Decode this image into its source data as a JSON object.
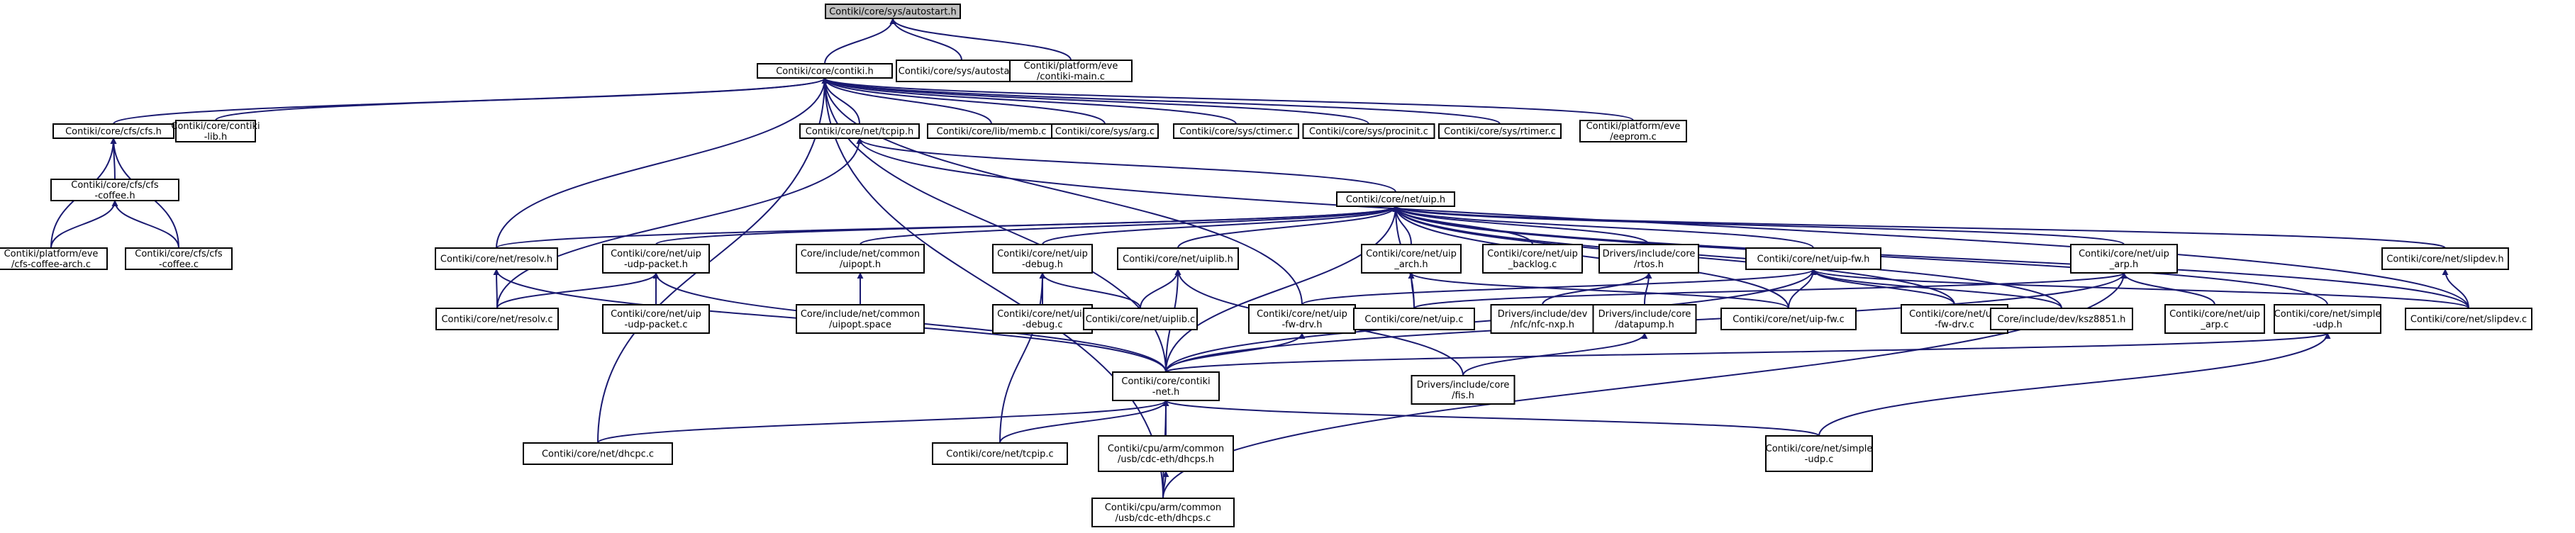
{
  "diagram": {
    "type": "include-dependency-graph",
    "colors": {
      "edge": "#191970",
      "root_fill": "#bfbfbf",
      "node_fill": "#ffffff",
      "node_border": "#000000"
    },
    "nodes": [
      {
        "id": "autostart_h",
        "lines": [
          "Contiki/core/sys/autostart.h"
        ],
        "root": true
      },
      {
        "id": "contiki_h",
        "lines": [
          "Contiki/core/contiki.h"
        ]
      },
      {
        "id": "autostart_c",
        "lines": [
          "Contiki/core/sys/autostart.c"
        ]
      },
      {
        "id": "contiki_main",
        "lines": [
          "Contiki/platform/eve",
          "/contiki-main.c"
        ]
      },
      {
        "id": "cfs_h",
        "lines": [
          "Contiki/core/cfs/cfs.h"
        ]
      },
      {
        "id": "contiki_lib",
        "lines": [
          "Contiki/core/contiki",
          "-lib.h"
        ]
      },
      {
        "id": "tcpip_h",
        "lines": [
          "Contiki/core/net/tcpip.h"
        ]
      },
      {
        "id": "memb_c",
        "lines": [
          "Contiki/core/lib/memb.c"
        ]
      },
      {
        "id": "arg_c",
        "lines": [
          "Contiki/core/sys/arg.c"
        ]
      },
      {
        "id": "ctimer_c",
        "lines": [
          "Contiki/core/sys/ctimer.c"
        ]
      },
      {
        "id": "procinit_c",
        "lines": [
          "Contiki/core/sys/procinit.c"
        ]
      },
      {
        "id": "rtimer_c",
        "lines": [
          "Contiki/core/sys/rtimer.c"
        ]
      },
      {
        "id": "eeprom_c",
        "lines": [
          "Contiki/platform/eve",
          "/eeprom.c"
        ]
      },
      {
        "id": "cfs_coffee_h",
        "lines": [
          "Contiki/core/cfs/cfs",
          "-coffee.h"
        ]
      },
      {
        "id": "cfs_coffee_arch",
        "lines": [
          "Contiki/platform/eve",
          "/cfs-coffee-arch.c"
        ]
      },
      {
        "id": "cfs_coffee_c",
        "lines": [
          "Contiki/core/cfs/cfs",
          "-coffee.c"
        ]
      },
      {
        "id": "uip_h",
        "lines": [
          "Contiki/core/net/uip.h"
        ]
      },
      {
        "id": "resolv_h",
        "lines": [
          "Contiki/core/net/resolv.h"
        ]
      },
      {
        "id": "uip_udp_packet_h",
        "lines": [
          "Contiki/core/net/uip",
          "-udp-packet.h"
        ]
      },
      {
        "id": "uipopt_h",
        "lines": [
          "Core/include/net/common",
          "/uipopt.h"
        ]
      },
      {
        "id": "uip_debug_h",
        "lines": [
          "Contiki/core/net/uip",
          "-debug.h"
        ]
      },
      {
        "id": "uiplib_h",
        "lines": [
          "Contiki/core/net/uiplib.h"
        ]
      },
      {
        "id": "uip_arch_h",
        "lines": [
          "Contiki/core/net/uip",
          "_arch.h"
        ]
      },
      {
        "id": "uip_backlog_c",
        "lines": [
          "Contiki/core/net/uip",
          "_backlog.c"
        ]
      },
      {
        "id": "rtos_h",
        "lines": [
          "Drivers/include/core",
          "/rtos.h"
        ]
      },
      {
        "id": "uip_fw_h",
        "lines": [
          "Contiki/core/net/uip-fw.h"
        ]
      },
      {
        "id": "uip_arp_h",
        "lines": [
          "Contiki/core/net/uip",
          "_arp.h"
        ]
      },
      {
        "id": "slipdev_h",
        "lines": [
          "Contiki/core/net/slipdev.h"
        ]
      },
      {
        "id": "resolv_c",
        "lines": [
          "Contiki/core/net/resolv.c"
        ]
      },
      {
        "id": "uip_udp_packet_c",
        "lines": [
          "Contiki/core/net/uip",
          "-udp-packet.c"
        ]
      },
      {
        "id": "uipopt_space",
        "lines": [
          "Core/include/net/common",
          "/uipopt.space"
        ]
      },
      {
        "id": "uip_debug_c",
        "lines": [
          "Contiki/core/net/uip",
          "-debug.c"
        ]
      },
      {
        "id": "uiplib_c",
        "lines": [
          "Contiki/core/net/uiplib.c"
        ]
      },
      {
        "id": "uip_fw_drv_h",
        "lines": [
          "Contiki/core/net/uip",
          "-fw-drv.h"
        ]
      },
      {
        "id": "uip_c",
        "lines": [
          "Contiki/core/net/uip.c"
        ]
      },
      {
        "id": "nfc_nxp_h",
        "lines": [
          "Drivers/include/dev",
          "/nfc/nfc-nxp.h"
        ]
      },
      {
        "id": "datapump_h",
        "lines": [
          "Drivers/include/core",
          "/datapump.h"
        ]
      },
      {
        "id": "uip_fw_c",
        "lines": [
          "Contiki/core/net/uip-fw.c"
        ]
      },
      {
        "id": "uip_fw_drv_c",
        "lines": [
          "Contiki/core/net/uip",
          "-fw-drv.c"
        ]
      },
      {
        "id": "ksz8851_h",
        "lines": [
          "Core/include/dev/ksz8851.h"
        ]
      },
      {
        "id": "uip_arp_c",
        "lines": [
          "Contiki/core/net/uip",
          "_arp.c"
        ]
      },
      {
        "id": "simple_udp_h",
        "lines": [
          "Contiki/core/net/simple",
          "-udp.h"
        ]
      },
      {
        "id": "slipdev_c",
        "lines": [
          "Contiki/core/net/slipdev.c"
        ]
      },
      {
        "id": "contiki_net_h",
        "lines": [
          "Contiki/core/contiki",
          "-net.h"
        ]
      },
      {
        "id": "fis_h",
        "lines": [
          "Drivers/include/core",
          "/fis.h"
        ]
      },
      {
        "id": "dhcpc_c",
        "lines": [
          "Contiki/core/net/dhcpc.c"
        ]
      },
      {
        "id": "tcpip_c",
        "lines": [
          "Contiki/core/net/tcpip.c"
        ]
      },
      {
        "id": "dhcps_h",
        "lines": [
          "Contiki/cpu/arm/common",
          "/usb/cdc-eth/dhcps.h"
        ]
      },
      {
        "id": "simple_udp_c",
        "lines": [
          "Contiki/core/net/simple",
          "-udp.c"
        ]
      },
      {
        "id": "dhcps_c",
        "lines": [
          "Contiki/cpu/arm/common",
          "/usb/cdc-eth/dhcps.c"
        ]
      }
    ],
    "edges": [
      [
        "contiki_h",
        "autostart_h"
      ],
      [
        "autostart_c",
        "autostart_h"
      ],
      [
        "contiki_main",
        "autostart_h"
      ],
      [
        "cfs_h",
        "contiki_h"
      ],
      [
        "contiki_lib",
        "contiki_h"
      ],
      [
        "tcpip_h",
        "contiki_h"
      ],
      [
        "memb_c",
        "contiki_h"
      ],
      [
        "arg_c",
        "contiki_h"
      ],
      [
        "ctimer_c",
        "contiki_h"
      ],
      [
        "procinit_c",
        "contiki_h"
      ],
      [
        "rtimer_c",
        "contiki_h"
      ],
      [
        "eeprom_c",
        "contiki_h"
      ],
      [
        "resolv_h",
        "contiki_h"
      ],
      [
        "contiki_net_h",
        "contiki_h"
      ],
      [
        "dhcpc_c",
        "contiki_h"
      ],
      [
        "dhcps_c",
        "contiki_h"
      ],
      [
        "uip_fw_drv_h",
        "contiki_h"
      ],
      [
        "cfs_coffee_h",
        "cfs_h"
      ],
      [
        "cfs_coffee_arch",
        "cfs_h"
      ],
      [
        "cfs_coffee_c",
        "cfs_h"
      ],
      [
        "cfs_coffee_arch",
        "cfs_coffee_h"
      ],
      [
        "cfs_coffee_c",
        "cfs_coffee_h"
      ],
      [
        "uip_h",
        "tcpip_h"
      ],
      [
        "resolv_c",
        "tcpip_h"
      ],
      [
        "slipdev_c",
        "tcpip_h"
      ],
      [
        "resolv_h",
        "uip_h"
      ],
      [
        "uip_udp_packet_h",
        "uip_h"
      ],
      [
        "uipopt_h",
        "uip_h"
      ],
      [
        "uip_debug_h",
        "uip_h"
      ],
      [
        "uiplib_h",
        "uip_h"
      ],
      [
        "uip_arch_h",
        "uip_h"
      ],
      [
        "uip_backlog_c",
        "uip_h"
      ],
      [
        "rtos_h",
        "uip_h"
      ],
      [
        "uip_fw_h",
        "uip_h"
      ],
      [
        "uip_arp_h",
        "uip_h"
      ],
      [
        "slipdev_h",
        "uip_h"
      ],
      [
        "contiki_net_h",
        "uip_h"
      ],
      [
        "uip_c",
        "uip_h"
      ],
      [
        "uip_fw_c",
        "uip_h"
      ],
      [
        "ksz8851_h",
        "uip_h"
      ],
      [
        "simple_udp_h",
        "uip_h"
      ],
      [
        "slipdev_c",
        "uip_h"
      ],
      [
        "uip_fw_drv_c",
        "uip_h"
      ],
      [
        "resolv_c",
        "resolv_h"
      ],
      [
        "contiki_net_h",
        "resolv_h"
      ],
      [
        "resolv_c",
        "uip_udp_packet_h"
      ],
      [
        "uip_udp_packet_c",
        "uip_udp_packet_h"
      ],
      [
        "contiki_net_h",
        "uip_udp_packet_h"
      ],
      [
        "uipopt_space",
        "uipopt_h"
      ],
      [
        "uip_debug_c",
        "uip_debug_h"
      ],
      [
        "uiplib_c",
        "uip_debug_h"
      ],
      [
        "tcpip_c",
        "uip_debug_h"
      ],
      [
        "uiplib_c",
        "uiplib_h"
      ],
      [
        "contiki_net_h",
        "uiplib_h"
      ],
      [
        "fis_h",
        "uiplib_h"
      ],
      [
        "uip_c",
        "uip_arch_h"
      ],
      [
        "uip_fw_c",
        "uip_arch_h"
      ],
      [
        "nfc_nxp_h",
        "rtos_h"
      ],
      [
        "datapump_h",
        "rtos_h"
      ],
      [
        "uip_fw_drv_h",
        "uip_fw_h"
      ],
      [
        "uip_fw_c",
        "uip_fw_h"
      ],
      [
        "uip_fw_drv_c",
        "uip_fw_h"
      ],
      [
        "ksz8851_h",
        "uip_fw_h"
      ],
      [
        "contiki_net_h",
        "uip_fw_h"
      ],
      [
        "slipdev_c",
        "uip_fw_h"
      ],
      [
        "uip_c",
        "uip_arp_h"
      ],
      [
        "uip_arp_c",
        "uip_arp_h"
      ],
      [
        "contiki_net_h",
        "uip_arp_h"
      ],
      [
        "dhcps_c",
        "uip_arp_h"
      ],
      [
        "slipdev_c",
        "slipdev_h"
      ],
      [
        "contiki_net_h",
        "uip_fw_drv_h"
      ],
      [
        "fis_h",
        "datapump_h"
      ],
      [
        "contiki_net_h",
        "simple_udp_h"
      ],
      [
        "simple_udp_c",
        "simple_udp_h"
      ],
      [
        "dhcpc_c",
        "contiki_net_h"
      ],
      [
        "tcpip_c",
        "contiki_net_h"
      ],
      [
        "dhcps_h",
        "contiki_net_h"
      ],
      [
        "simple_udp_c",
        "contiki_net_h"
      ],
      [
        "dhcps_c",
        "contiki_net_h"
      ],
      [
        "dhcps_c",
        "dhcps_h"
      ]
    ]
  }
}
